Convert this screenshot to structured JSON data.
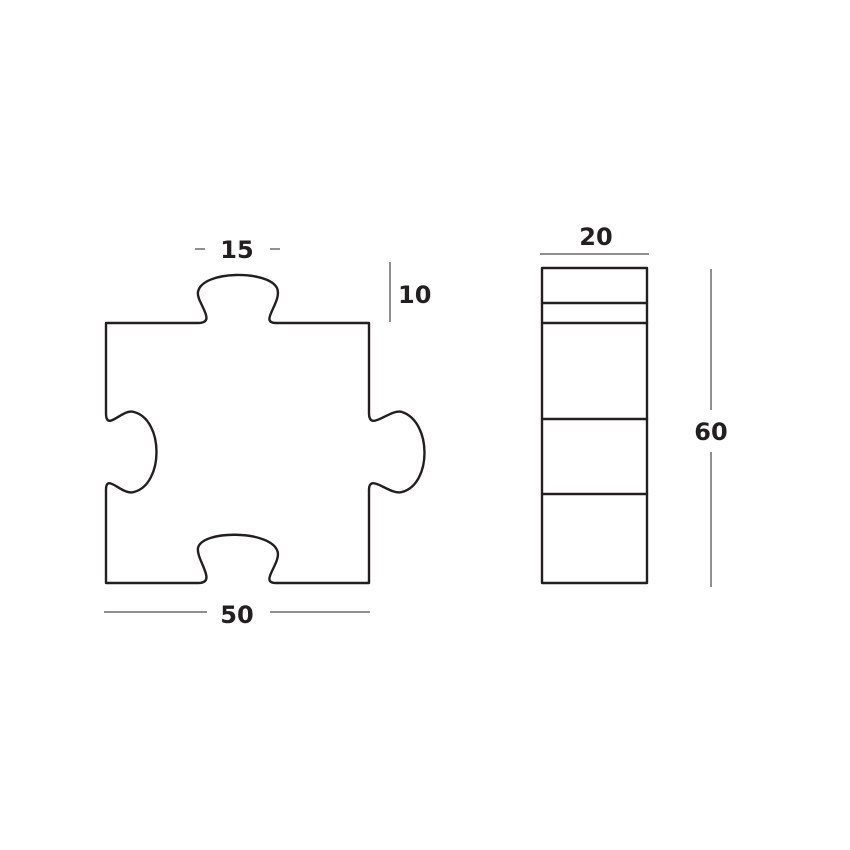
{
  "dimensions": {
    "tab_width": "15",
    "tab_height": "10",
    "piece_width": "50",
    "depth": "20",
    "height": "60"
  },
  "colors": {
    "line": "#231f20",
    "background": "#ffffff"
  }
}
